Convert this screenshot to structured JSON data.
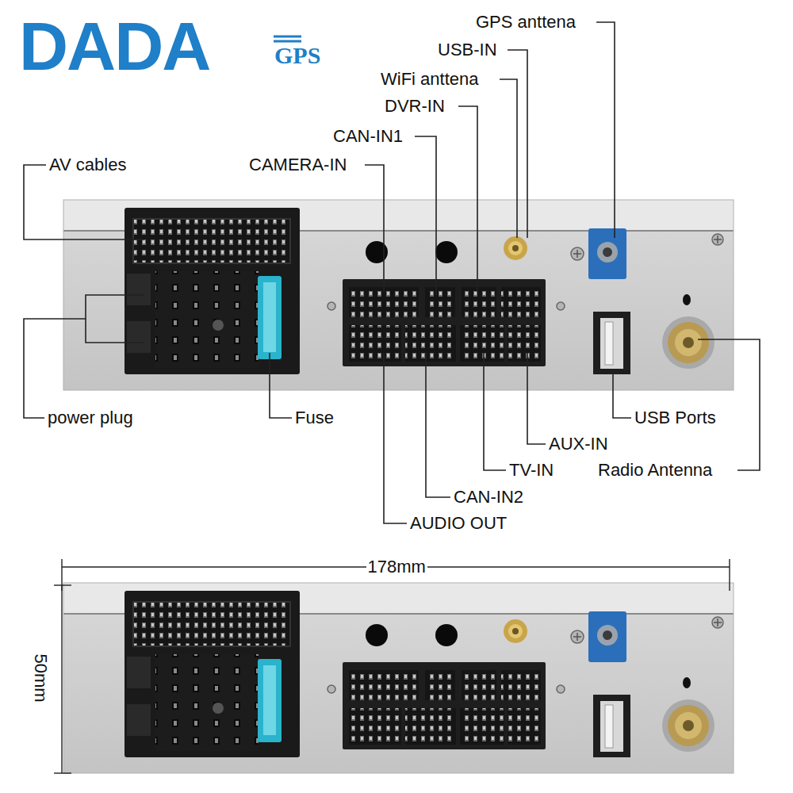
{
  "diagram": {
    "labels": [
      "DADA",
      "GPS",
      "GPS anttena",
      "USB-IN",
      "WiFi anttena",
      "DVR-IN",
      "CAN-IN1",
      "CAMERA-IN",
      "AV cables",
      "power plug",
      "Fuse",
      "USB Ports",
      "AUX-IN",
      "Radio Antenna",
      "TV-IN",
      "CAN-IN2",
      "AUDIO OUT",
      "178mm",
      "50mm"
    ]
  }
}
